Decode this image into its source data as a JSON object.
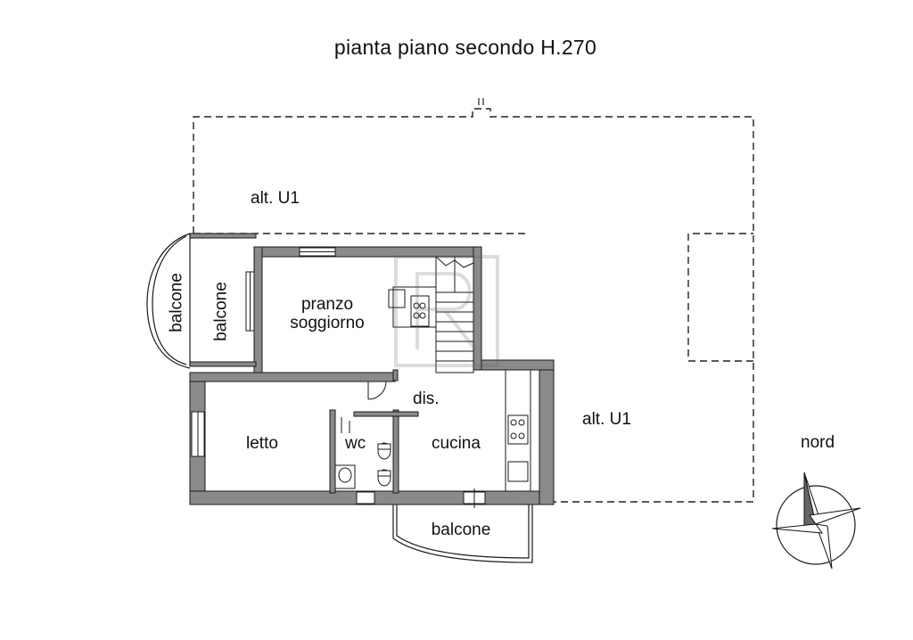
{
  "title": "pianta piano secondo H.270",
  "rooms": {
    "pranzo_line1": "pranzo",
    "pranzo_line2": "soggiorno",
    "letto": "letto",
    "wc": "wc",
    "cucina": "cucina",
    "dis": "dis.",
    "balcone_west": "balcone",
    "balcone_south": "balcone"
  },
  "areas": {
    "alt_north": "alt. U1",
    "alt_east": "alt. U1"
  },
  "compass": {
    "label": "nord"
  },
  "colors": {
    "wall_fill": "#8a8a8a",
    "line": "#1a1a1a",
    "background": "#ffffff"
  }
}
